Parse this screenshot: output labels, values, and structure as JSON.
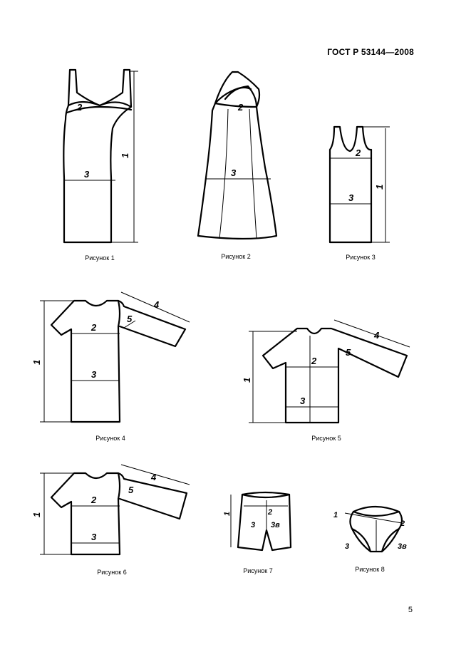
{
  "header": {
    "standard": "ГОСТ Р 53144—2008"
  },
  "page_number": "5",
  "figures": [
    {
      "caption": "Рисунок 1",
      "labels": [
        "1",
        "2",
        "3"
      ]
    },
    {
      "caption": "Рисунок 2",
      "labels": [
        "2",
        "3"
      ]
    },
    {
      "caption": "Рисунок 3",
      "labels": [
        "1",
        "2",
        "3"
      ]
    },
    {
      "caption": "Рисунок 4",
      "labels": [
        "1",
        "2",
        "3",
        "4",
        "5"
      ]
    },
    {
      "caption": "Рисунок 5",
      "labels": [
        "1",
        "2",
        "3",
        "4",
        "5"
      ]
    },
    {
      "caption": "Рисунок 6",
      "labels": [
        "1",
        "2",
        "3",
        "4",
        "5"
      ]
    },
    {
      "caption": "Рисунок 7",
      "labels": [
        "1",
        "2",
        "3",
        "3в"
      ]
    },
    {
      "caption": "Рисунок 8",
      "labels": [
        "1",
        "2",
        "3",
        "3в"
      ]
    }
  ],
  "icons": {
    "garment-drawing": "line-art"
  }
}
